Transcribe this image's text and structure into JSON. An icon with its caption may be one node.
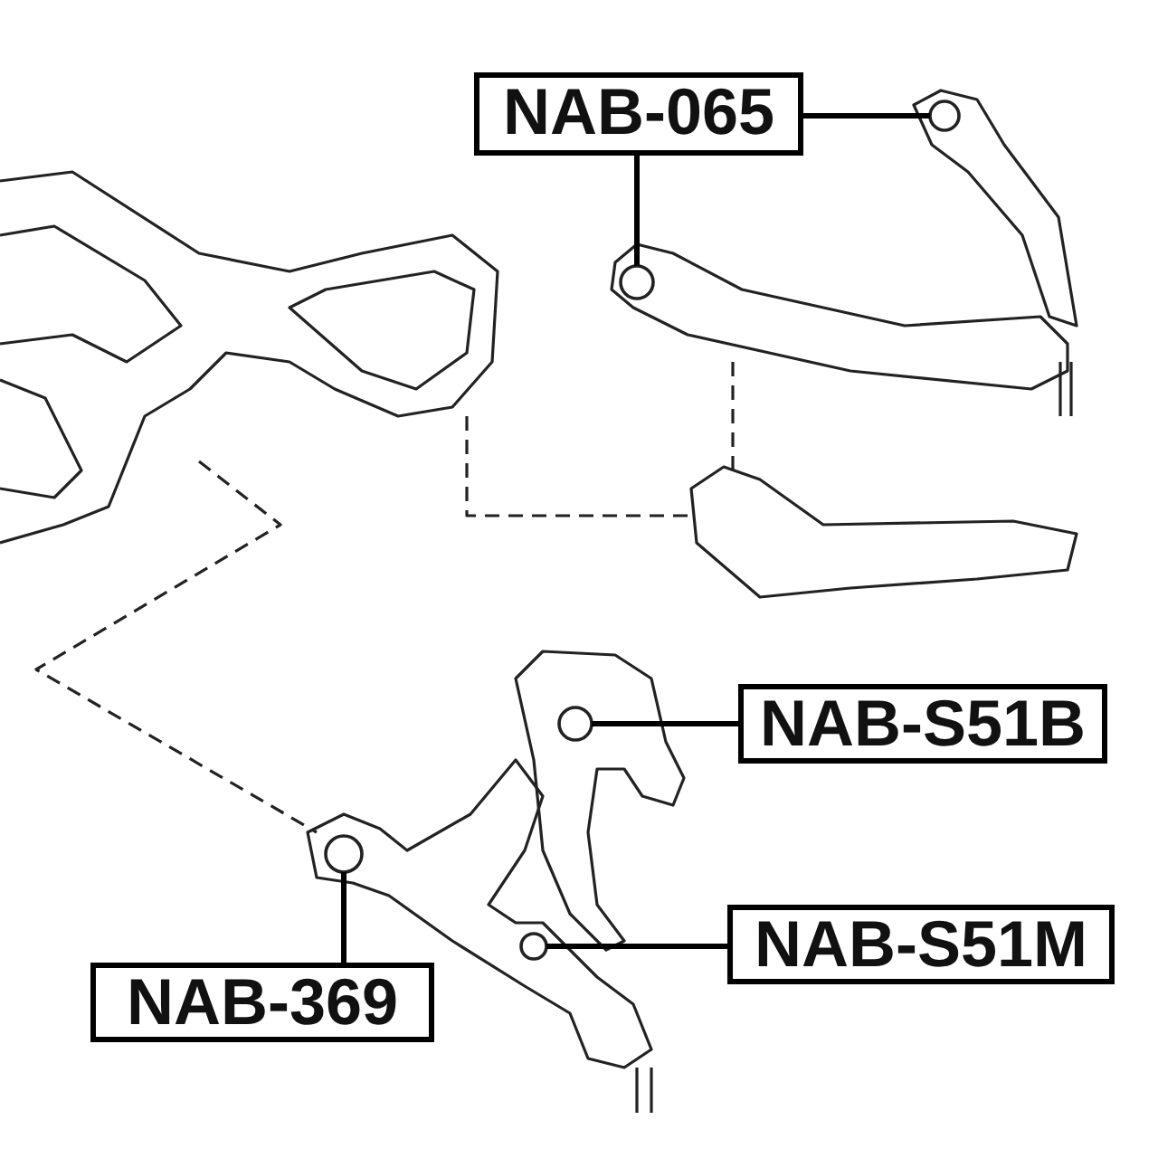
{
  "diagram": {
    "nodes": [
      {
        "text": [
          "NAB-065"
        ]
      },
      {
        "text": [],
        "shape": "circle"
      },
      {
        "text": [],
        "shape": "circle"
      },
      {
        "text": [
          "NAB-S51B"
        ]
      },
      {
        "text": [],
        "shape": "circle"
      },
      {
        "text": [
          "NAB-S51M"
        ]
      },
      {
        "text": [],
        "shape": "circle"
      },
      {
        "text": [
          "NAB-369"
        ]
      },
      {
        "text": [],
        "shape": "circle"
      }
    ],
    "edges": [
      {
        "from": 0,
        "to": 1,
        "arrow": "none"
      },
      {
        "from": 0,
        "to": 2,
        "arrow": "none"
      },
      {
        "from": 3,
        "to": 4,
        "arrow": "none"
      },
      {
        "from": 5,
        "to": 6,
        "arrow": "none"
      },
      {
        "from": 7,
        "to": 8,
        "arrow": "none"
      }
    ]
  }
}
